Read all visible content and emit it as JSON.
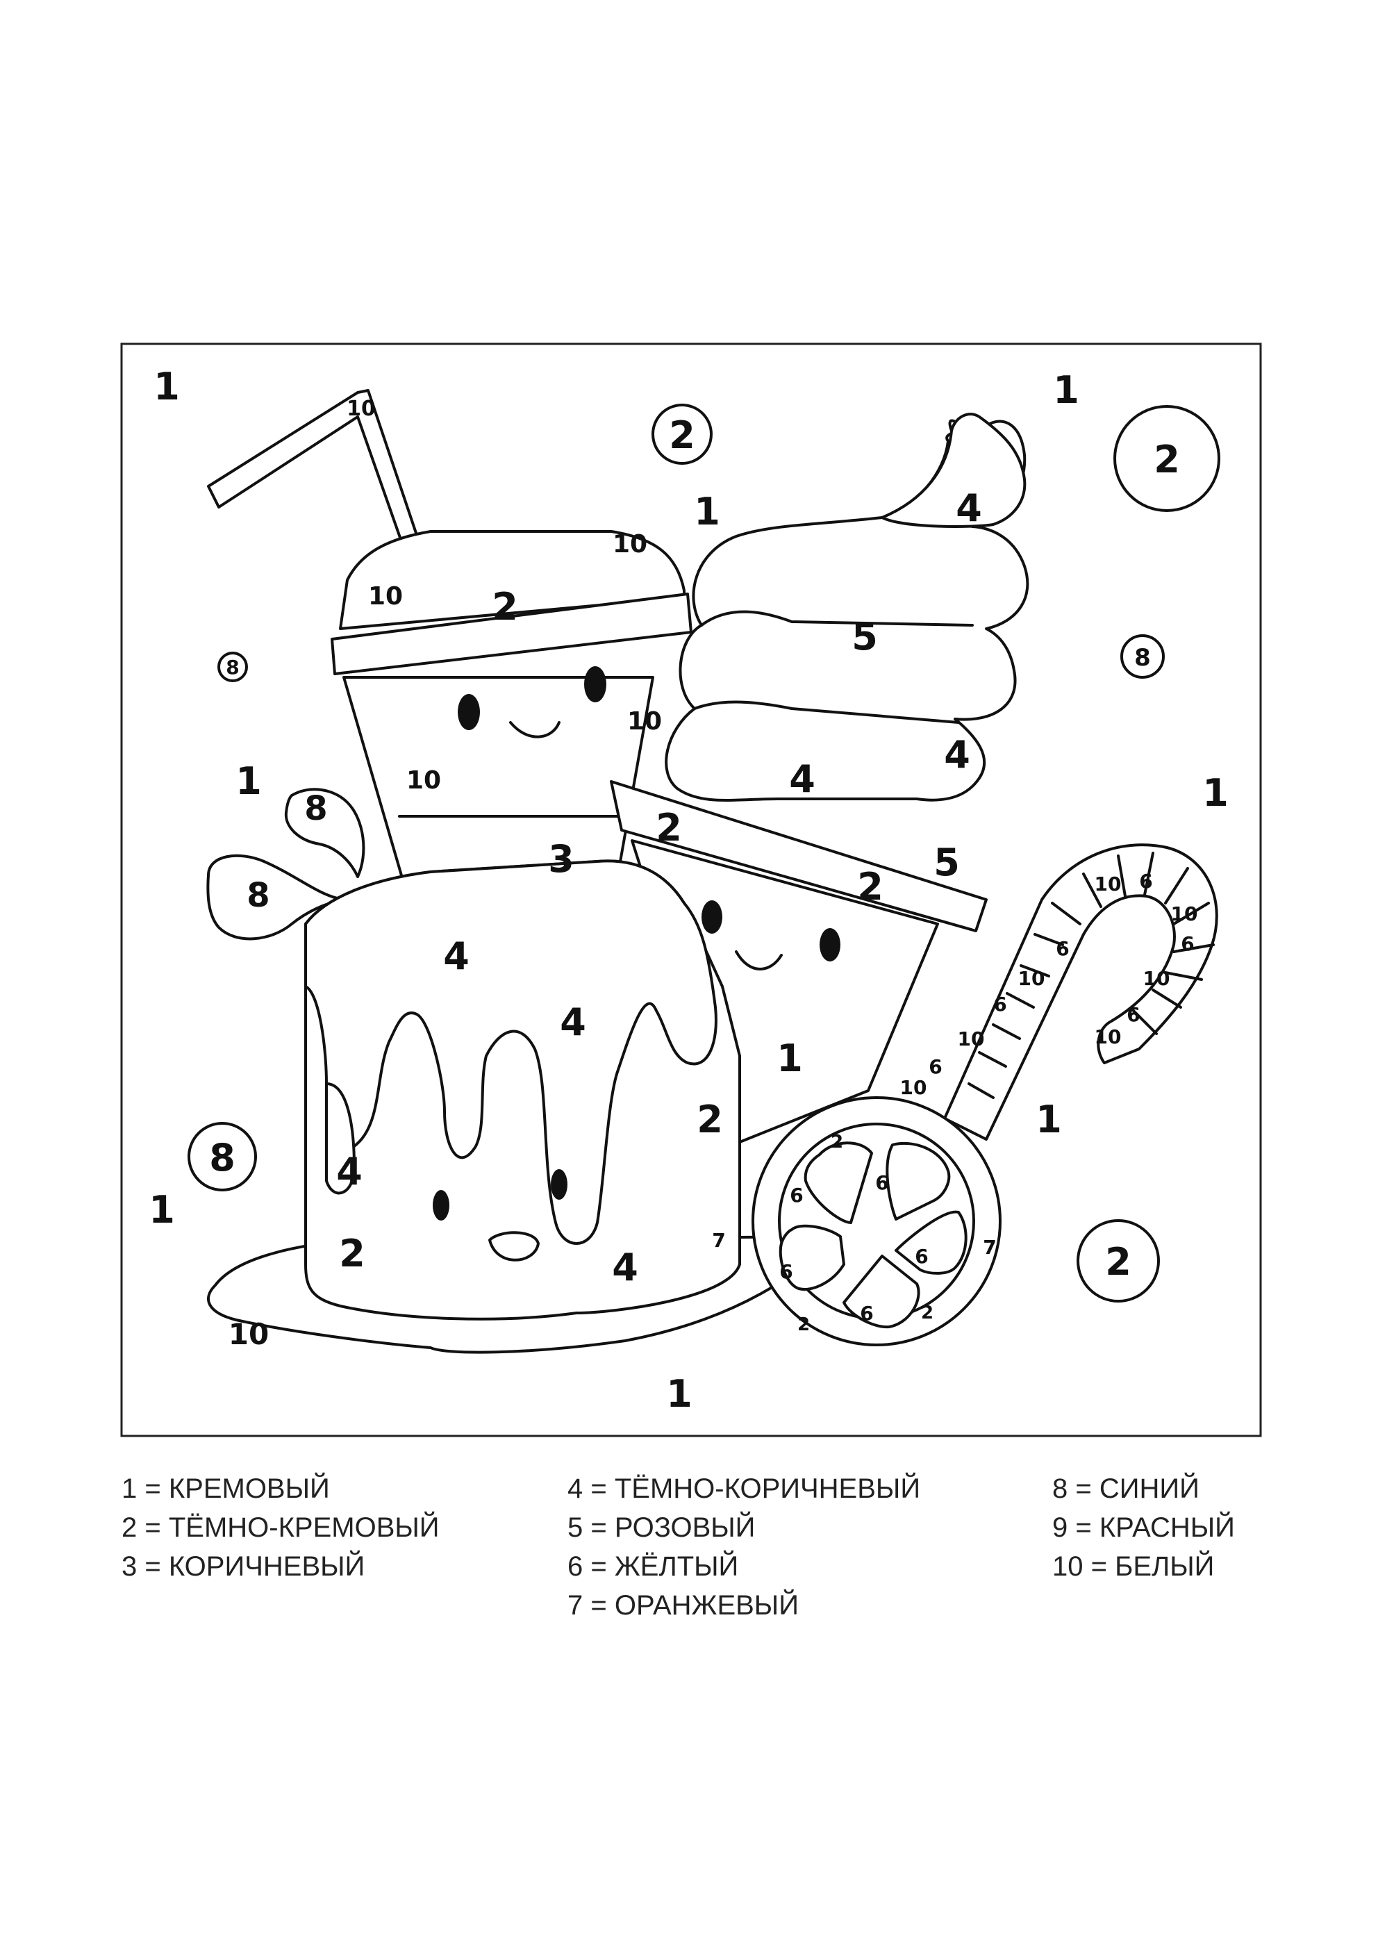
{
  "labels": {
    "n1": "1",
    "n2": "2",
    "n3": "3",
    "n4": "4",
    "n5": "5",
    "n6": "6",
    "n7": "7",
    "n8": "8",
    "n10": "10"
  },
  "legend": {
    "col1": [
      "1 = КРЕМОВЫЙ",
      "2 = ТЁМНО-КРЕМОВЫЙ",
      "3 = КОРИЧНЕВЫЙ"
    ],
    "col2": [
      "4 = ТЁМНО-КОРИЧНЕВЫЙ",
      "5 = РОЗОВЫЙ",
      "6 = ЖЁЛТЫЙ",
      "7 = ОРАНЖЕВЫЙ"
    ],
    "col3": [
      "8 = СИНИЙ",
      "9 = КРАСНЫЙ",
      "10 = БЕЛЫЙ"
    ]
  }
}
